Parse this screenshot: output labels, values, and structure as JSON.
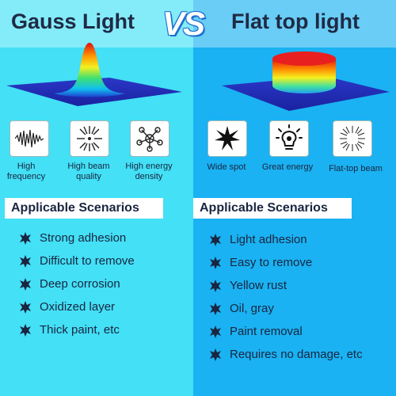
{
  "left": {
    "title": "Gauss Light",
    "features": [
      {
        "icon": "waveform-icon",
        "label": "High frequency"
      },
      {
        "icon": "starburst-icon",
        "label": "High beam quality"
      },
      {
        "icon": "network-nodes-icon",
        "label": "High energy density"
      }
    ],
    "scenarios_heading": "Applicable Scenarios",
    "scenarios": [
      "Strong adhesion",
      "Difficult to remove",
      "Deep corrosion",
      "Oxidized layer",
      "Thick paint, etc"
    ]
  },
  "vs_label": "VS",
  "right": {
    "title": "Flat top light",
    "features": [
      {
        "icon": "star-burst-icon",
        "label": "Wide spot"
      },
      {
        "icon": "lightbulb-icon",
        "label": "Great energy"
      },
      {
        "icon": "radial-lines-icon",
        "label": "Flat-top beam"
      }
    ],
    "scenarios_heading": "Applicable Scenarios",
    "scenarios": [
      "Light adhesion",
      "Easy to remove",
      "Yellow rust",
      "Oil, gray",
      "Paint removal",
      "Requires no damage, etc"
    ]
  },
  "colors": {
    "left_bg": "#43e0f6",
    "right_bg": "#1ab2f2",
    "text": "#1a2540",
    "vs_outline": "#1c6fd0"
  }
}
